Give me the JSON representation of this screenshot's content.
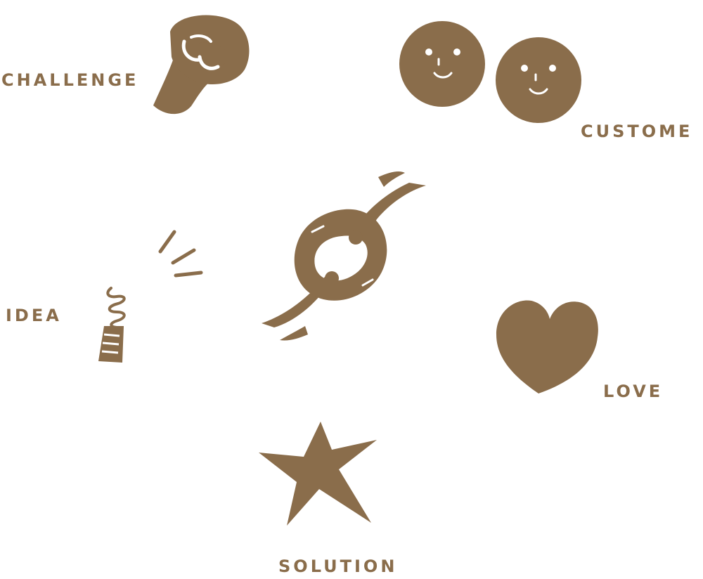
{
  "colors": {
    "brown": "#8a6d4b",
    "background": "#ffffff"
  },
  "labels": {
    "challenge": "CHALLENGE",
    "customer": "CUSTOME",
    "idea": "IDEA",
    "love": "LOVE",
    "solution": "SOLUTION"
  },
  "icons": {
    "challenge": "fist-icon",
    "customer": "two-smiling-faces-icon",
    "idea": "party-popper-icon",
    "center": "two-hands-holding-icon",
    "love": "heart-icon",
    "solution": "star-icon"
  }
}
